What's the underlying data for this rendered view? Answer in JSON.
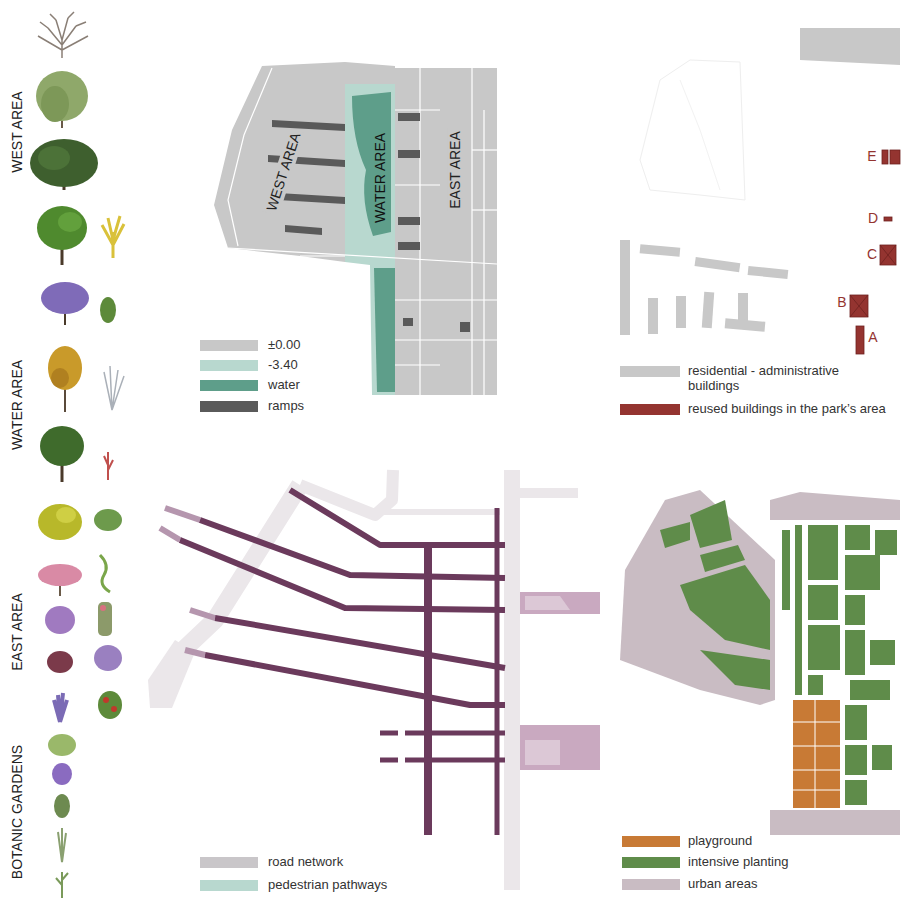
{
  "diagram": {
    "labels": [
      "WEST AREA",
      "WATER AREA",
      "EAST AREA",
      "BOTANIC GARDENS",
      "WEST AREA",
      "WATER AREA",
      "EAST AREA",
      "E",
      "D",
      "C",
      "B",
      "A"
    ],
    "legend": [
      {
        "text": "±0.00",
        "color": "#c8c8c8"
      },
      {
        "text": "-3.40",
        "color": "#b8d8cf"
      },
      {
        "text": "water",
        "color": "#5e9e8a"
      },
      {
        "text": "ramps",
        "color": "#5a5a5a"
      },
      {
        "text": "residential - administrative buildings",
        "color": "#c8c8c8"
      },
      {
        "text": "reused buildings in the park’s area",
        "color": "#943430"
      },
      {
        "text": "road network",
        "color": "#c9c6c9"
      },
      {
        "text": "pedestrian pathways",
        "color": "#b8d8cf"
      },
      {
        "text": "playground",
        "color": "#c87a35"
      },
      {
        "text": "intensive planting",
        "color": "#5f8c4a"
      },
      {
        "text": "urban areas",
        "color": "#c9bcc3"
      }
    ]
  }
}
